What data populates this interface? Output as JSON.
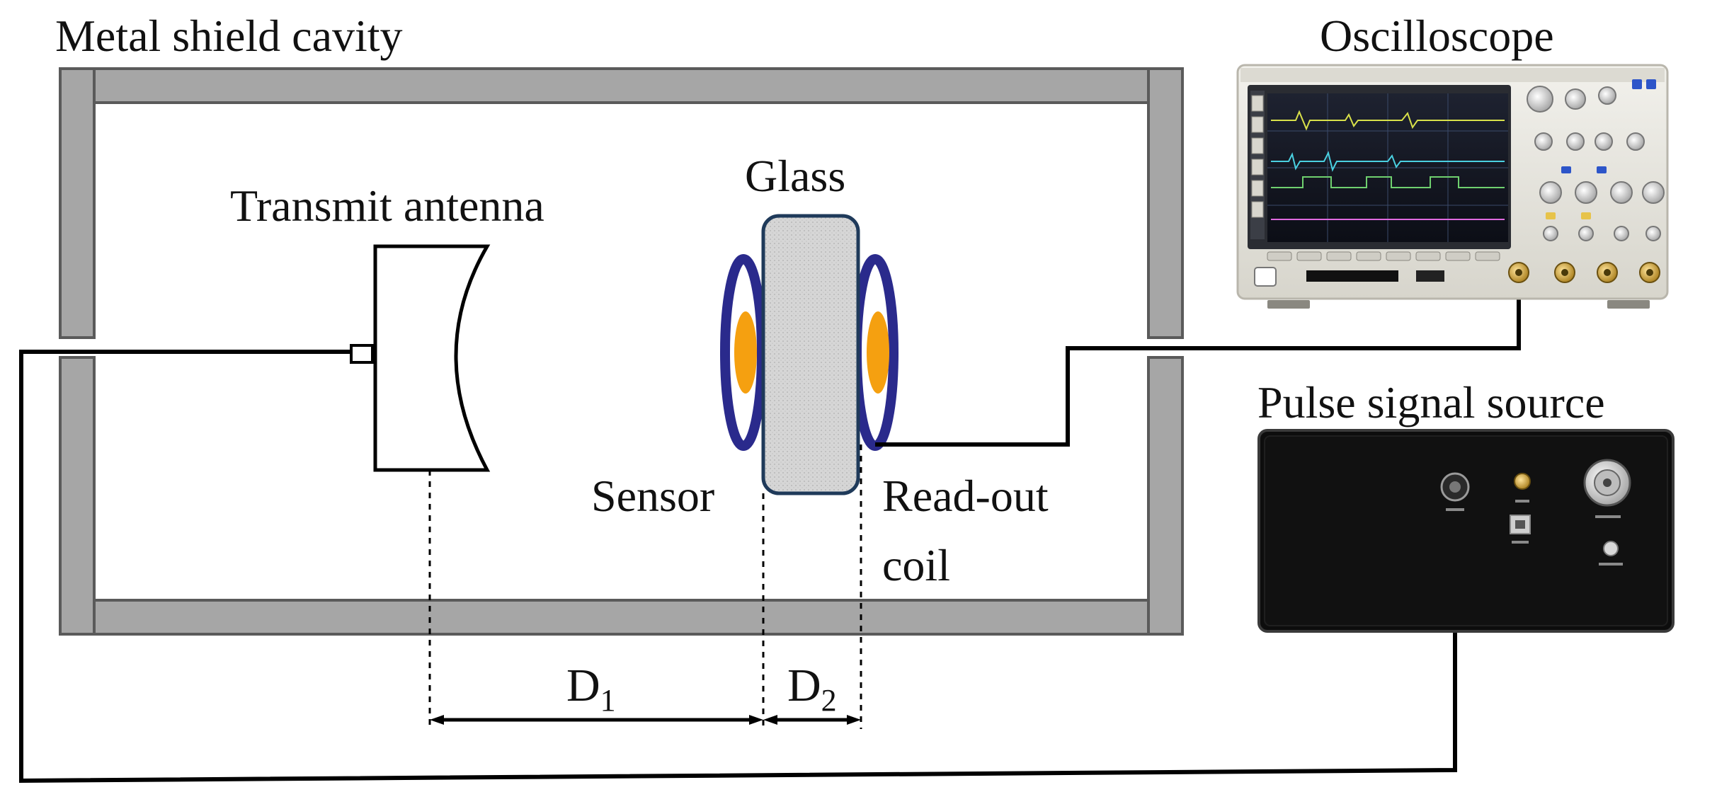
{
  "labels": {
    "cavity": "Metal shield cavity",
    "oscilloscope": "Oscilloscope",
    "glass": "Glass",
    "transmit_antenna": "Transmit antenna",
    "pulse_source": "Pulse signal source",
    "sensor": "Sensor",
    "readout_line1": "Read-out",
    "readout_line2": "coil",
    "d1_main": "D",
    "d1_sub": "1",
    "d2_main": "D",
    "d2_sub": "2"
  },
  "colors": {
    "wall_fill": "#a6a6a6",
    "wall_stroke": "#5a5a5a",
    "glass_fill": "#d4d4d4",
    "glass_stroke": "#1f3a5a",
    "coil": "#2a2a8c",
    "sensor_core": "#f5a010",
    "scope_body": "#e8e6df",
    "source_body": "#0d0d0d"
  }
}
